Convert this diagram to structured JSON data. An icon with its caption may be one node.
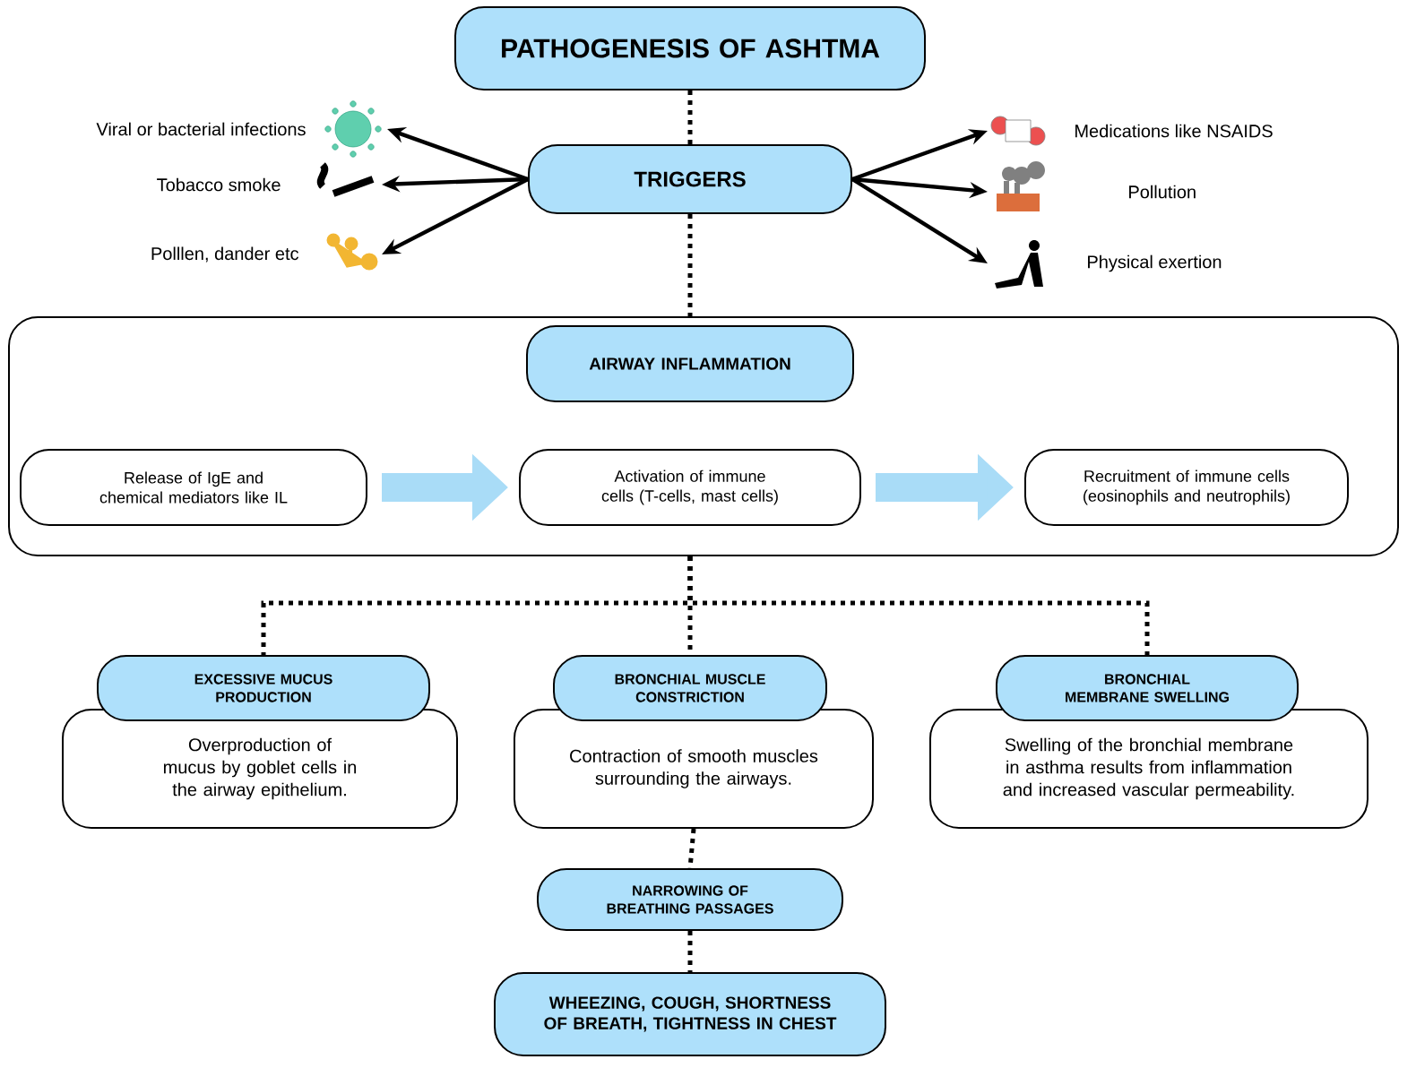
{
  "diagram": {
    "nodes": [
      {
        "text": [
          "PATHOGENESIS OF ASHTMA"
        ]
      },
      {
        "text": [
          "TRIGGERS"
        ]
      },
      {
        "text": [
          "Viral or bacterial infections"
        ]
      },
      {
        "text": [
          "Tobacco smoke"
        ]
      },
      {
        "text": [
          "Polllen, dander etc"
        ]
      },
      {
        "text": [
          "Medications like NSAIDS"
        ]
      },
      {
        "text": [
          "Pollution"
        ]
      },
      {
        "text": [
          "Physical exertion"
        ]
      },
      {
        "text": [],
        "shape": "box"
      },
      {
        "text": [
          "AIRWAY INFLAMMATION"
        ],
        "in": 8
      },
      {
        "text": [
          "Release of IgE and chemical mediators like IL"
        ],
        "in": 8
      },
      {
        "text": [
          "Activation of immune cells (T-cells, mast cells)"
        ],
        "in": 8
      },
      {
        "text": [
          "Recruitment of immune cells (eosinophils and neutrophils)"
        ],
        "in": 8
      },
      {
        "text": [
          "EXCESSIVE MUCUS PRODUCTION"
        ]
      },
      {
        "text": [
          "Overproduction of mucus by goblet cells in the airway epithelium."
        ]
      },
      {
        "text": [
          "BRONCHIAL MUSCLE CONSTRICTION"
        ]
      },
      {
        "text": [
          "Contraction of smooth muscles surrounding the airways."
        ]
      },
      {
        "text": [
          "BRONCHIAL MEMBRANE SWELLING"
        ]
      },
      {
        "text": [
          "Swelling of the bronchial membrane in asthma results from inflammation and increased vascular permeability."
        ]
      },
      {
        "text": [
          "NARROWING OF BREATHING PASSAGES"
        ]
      },
      {
        "text": [
          "WHEEZING, COUGH, SHORTNESS OF BREATH, TIGHTNESS IN CHEST"
        ]
      }
    ],
    "edges": [
      {
        "from": 0,
        "to": 1,
        "arrow": "none",
        "style": "dashed"
      },
      {
        "from": 1,
        "to": 2,
        "arrow": "to"
      },
      {
        "from": 1,
        "to": 3,
        "arrow": "to"
      },
      {
        "from": 1,
        "to": 4,
        "arrow": "to"
      },
      {
        "from": 1,
        "to": 5,
        "arrow": "to"
      },
      {
        "from": 1,
        "to": 6,
        "arrow": "to"
      },
      {
        "from": 1,
        "to": 7,
        "arrow": "to"
      },
      {
        "from": 1,
        "to": 8,
        "arrow": "none",
        "style": "dashed"
      },
      {
        "from": 10,
        "to": 11,
        "arrow": "to",
        "style": "thick",
        "color": "#a9dcf7"
      },
      {
        "from": 11,
        "to": 12,
        "arrow": "to",
        "style": "thick",
        "color": "#a9dcf7"
      },
      {
        "from": 8,
        "to": 13,
        "arrow": "none",
        "style": "dashed"
      },
      {
        "from": 8,
        "to": 15,
        "arrow": "none",
        "style": "dashed"
      },
      {
        "from": 8,
        "to": 17,
        "arrow": "none",
        "style": "dashed"
      },
      {
        "from": 16,
        "to": 19,
        "arrow": "none",
        "style": "dashed"
      },
      {
        "from": 19,
        "to": 20,
        "arrow": "none",
        "style": "dashed"
      }
    ]
  }
}
